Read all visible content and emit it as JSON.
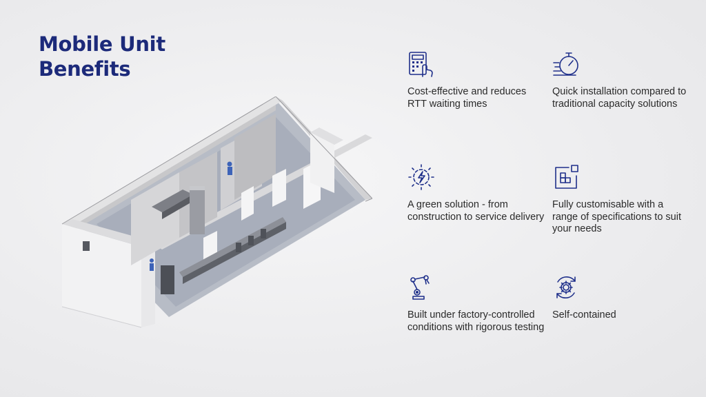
{
  "heading": {
    "line1": "Mobile Unit",
    "line2": "Benefits"
  },
  "colors": {
    "brand": "#1c2a7a",
    "icon": "#1e2f8a",
    "text": "#2a2a2a",
    "background": "#ededef"
  },
  "illustration": {
    "subject": "isometric cutaway of mobile unit interior"
  },
  "benefits": [
    {
      "icon": "calculator-hand-icon",
      "text": "Cost-effective and reduces RTT waiting times"
    },
    {
      "icon": "stopwatch-icon",
      "text": "Quick installation compared to traditional capacity solutions"
    },
    {
      "icon": "green-energy-icon",
      "text": "A green solution - from construction to service delivery"
    },
    {
      "icon": "customise-grid-icon",
      "text": "Fully customisable with a range of specifications to suit your needs"
    },
    {
      "icon": "robotic-arm-icon",
      "text": "Built under factory-controlled conditions with rigorous testing"
    },
    {
      "icon": "gear-cycle-icon",
      "text": "Self-contained"
    }
  ]
}
